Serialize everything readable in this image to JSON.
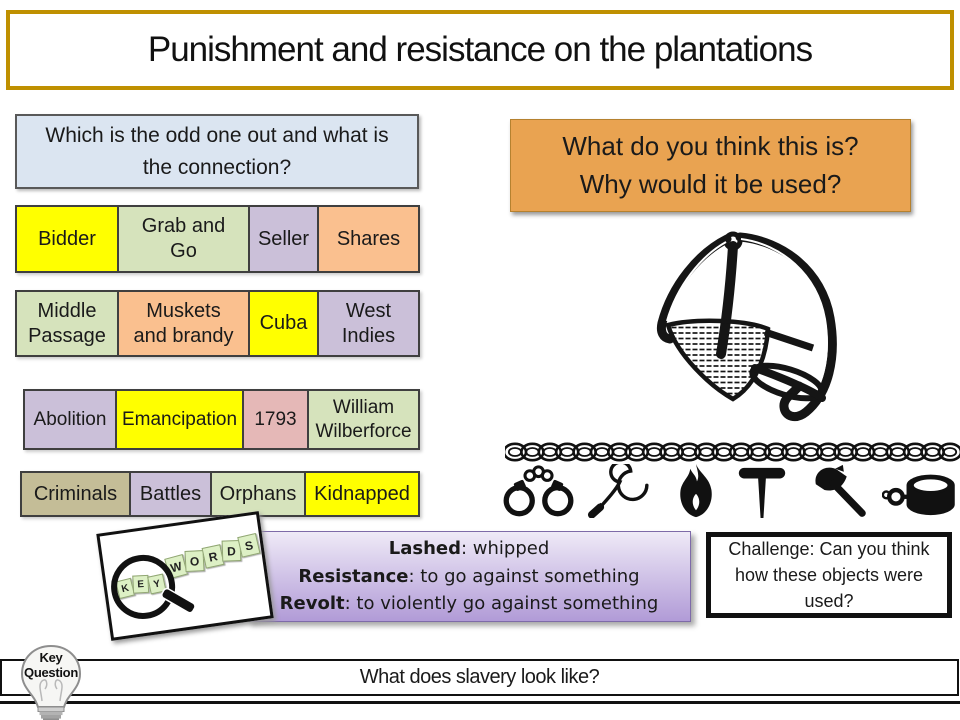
{
  "title": "Punishment and resistance on the plantations",
  "question_box": {
    "text": "Which is the odd one out and the connection?",
    "full_text": "Which is the odd one out and what is the connection?"
  },
  "think_box": {
    "line1": "What do you think this is?",
    "line2": "Why would it be used?"
  },
  "tables": [
    {
      "cells": [
        {
          "text": "Bidder",
          "color": "#FFFF00"
        },
        {
          "text": "Grab and Go",
          "color": "#D6E3BC"
        },
        {
          "text": "Seller",
          "color": "#CBC0D9"
        },
        {
          "text": "Shares",
          "color": "#FAC08F"
        }
      ]
    },
    {
      "cells": [
        {
          "text": "Middle Passage",
          "color": "#D6E3BC"
        },
        {
          "text": "Muskets and brandy",
          "color": "#FAC08F"
        },
        {
          "text": "Cuba",
          "color": "#FFFF00"
        },
        {
          "text": "West Indies",
          "color": "#CBC0D9"
        }
      ]
    },
    {
      "cells": [
        {
          "text": "Abolition",
          "color": "#CBC0D9"
        },
        {
          "text": "Emancipation",
          "color": "#FFFF00"
        },
        {
          "text": "1793",
          "color": "#E5B8B7"
        },
        {
          "text": "William Wilberforce",
          "color": "#D6E3BC"
        }
      ]
    },
    {
      "cells": [
        {
          "text": "Criminals",
          "color": "#C4BD97"
        },
        {
          "text": "Battles",
          "color": "#CBC0D9"
        },
        {
          "text": "Orphans",
          "color": "#D6E3BC"
        },
        {
          "text": "Kidnapped",
          "color": "#FFFF00"
        }
      ]
    }
  ],
  "keywords": {
    "stamp_letters": [
      "K",
      "E",
      "Y",
      "W",
      "O",
      "R",
      "D",
      "S"
    ],
    "entries": [
      {
        "term": "Lashed",
        "definition": ": whipped"
      },
      {
        "term": "Resistance",
        "definition": ": to go against something"
      },
      {
        "term": "Revolt",
        "definition": ": to violently go against something"
      }
    ]
  },
  "challenge_box": {
    "text": "Challenge: Can you think how these objects were used?"
  },
  "key_question": {
    "label_line1": "Key",
    "label_line2": "Question",
    "text": "What does slavery look like?"
  },
  "icons": [
    "chain",
    "handcuffs",
    "whip",
    "fire",
    "branding-iron",
    "axe",
    "shackle-collar"
  ],
  "colors": {
    "title_border": "#BF9000",
    "question_bg": "#DBE5F1",
    "think_bg": "#E9A351",
    "keywords_gradient_top": "#EFEAF7",
    "keywords_gradient_bottom": "#B19BD7",
    "yellow": "#FFFF00",
    "green": "#D6E3BC",
    "purple": "#CBC0D9",
    "peach": "#FAC08F",
    "pink": "#E5B8B7",
    "tan": "#C4BD97"
  }
}
